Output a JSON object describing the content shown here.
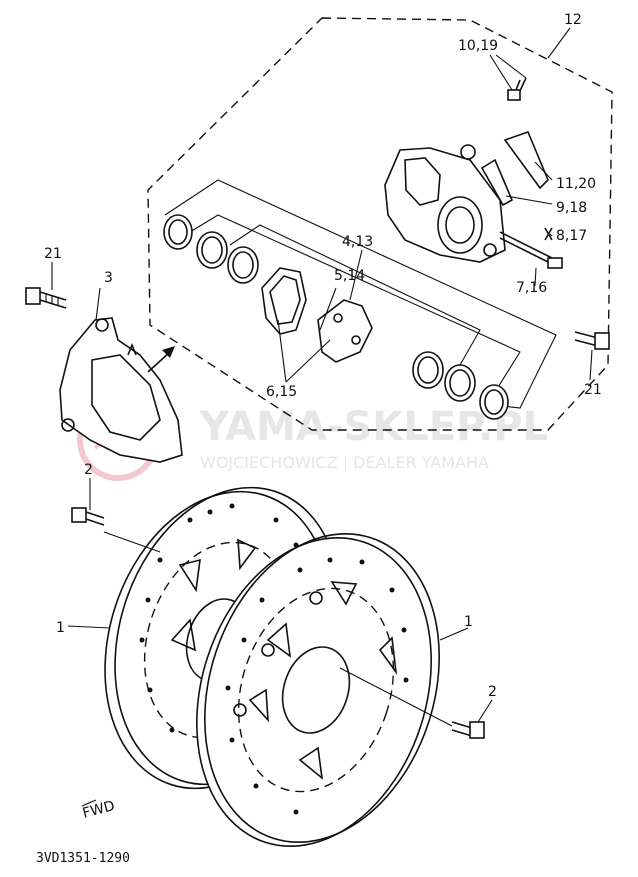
{
  "callouts": {
    "c12": "12",
    "c10_19": "10,19",
    "c11_20": "11,20",
    "c9_18": "9,18",
    "c8_17": "8,17",
    "c7_16": "7,16",
    "c4_13": "4,13",
    "c5_14": "5,14",
    "c6_15": "6,15",
    "c21_left": "21",
    "c21_right": "21",
    "c3": "3",
    "c2_top": "2",
    "c2_bottom": "2",
    "c1_left": "1",
    "c1_right": "1"
  },
  "watermark": {
    "brand": "YAMA-SKLEP.PL",
    "subtitle": "WOJCIECHOWICZ | DEALER YAMAHA"
  },
  "fwd_mark": "FWD",
  "part_code": "3VD1351-1290",
  "colors": {
    "ink": "#111111",
    "watermark": "#e6e6e6",
    "watermark_logo": "#f2c9cc"
  }
}
